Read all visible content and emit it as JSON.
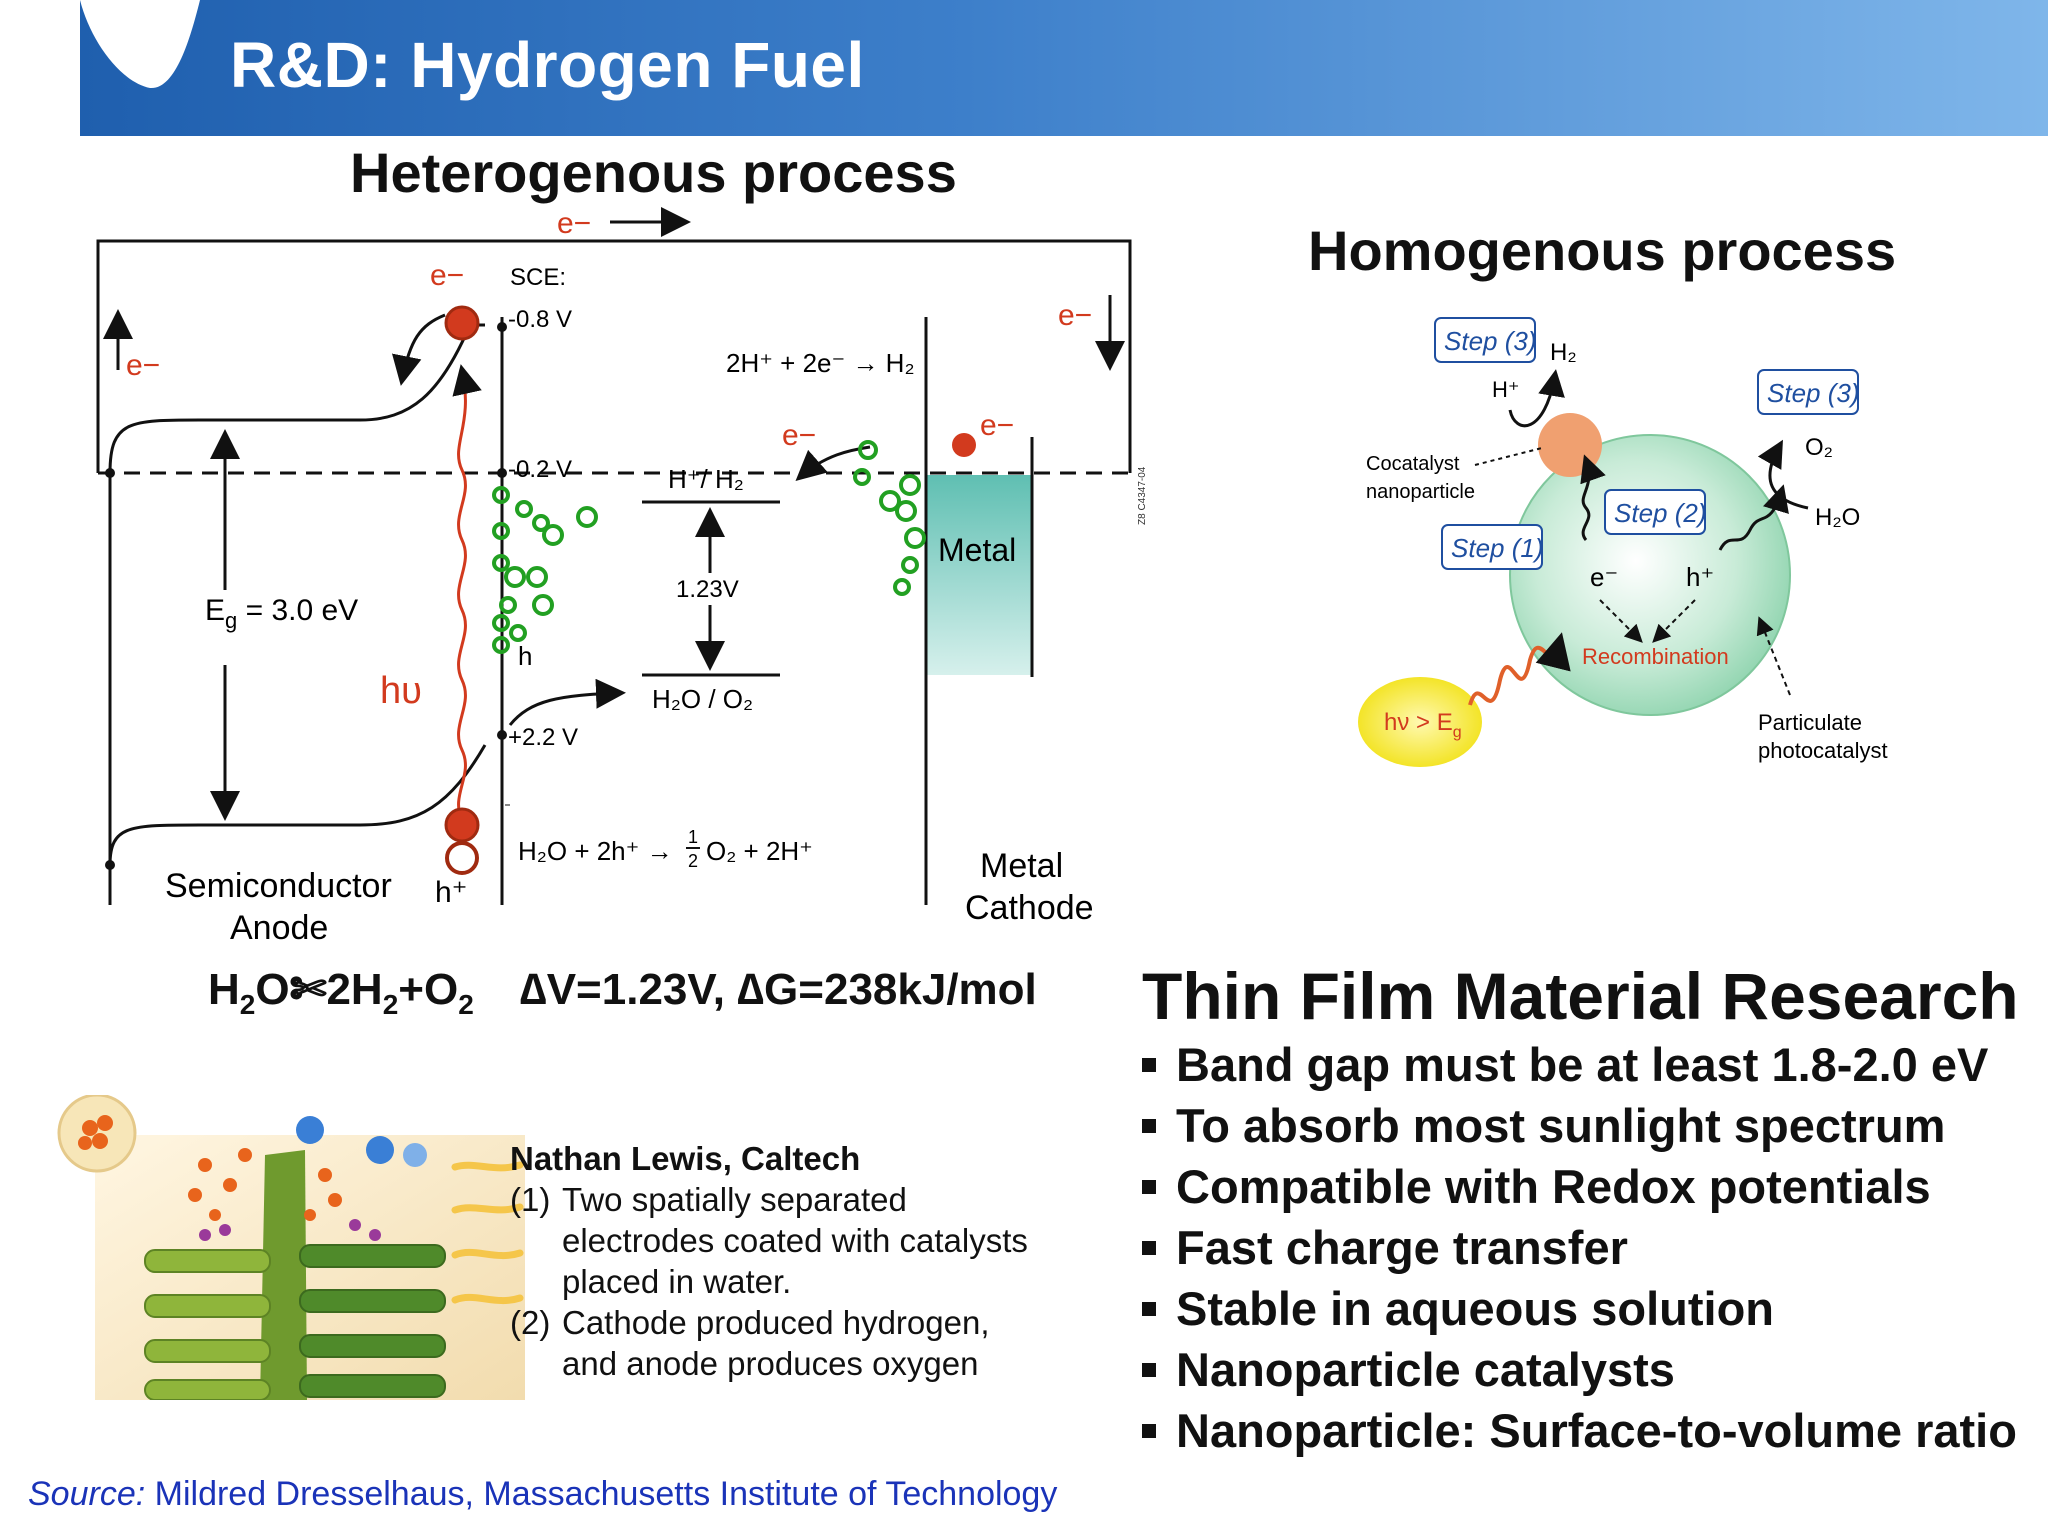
{
  "slide": {
    "title": "R&D: Hydrogen Fuel"
  },
  "colors": {
    "banner_start": "#1f5fae",
    "banner_end": "#7fb6ea",
    "electron": "#d23a1e",
    "oxygen_bubbles": "#22a022",
    "metal": "#7fcfc4",
    "source_text": "#1a33b8"
  },
  "heterogenous": {
    "title": "Heterogenous process",
    "labels": {
      "e_top": "e−",
      "e_left": "e−",
      "e_sc": "e−",
      "e_right_top": "e−",
      "e_mid": "e−",
      "e_metal": "e−",
      "sce": "SCE:",
      "v1": "-0.8 V",
      "v2": "-0.2 V",
      "v3": "+2.2 V",
      "eg": "E",
      "eg_sub": "g",
      "eg_val": " = 3.0 eV",
      "hv": "hυ",
      "h2_reaction": "2H⁺ + 2e⁻ → H₂",
      "hh2": "H⁺/ H₂",
      "dv": "1.23V",
      "h2o_o2": "H₂O / O₂",
      "metal": "Metal",
      "o2_reaction_a": "H₂O + 2h⁺ → ",
      "o2_reaction_frac_n": "1",
      "o2_reaction_frac_d": "2",
      "o2_reaction_b": "O₂ + 2H⁺",
      "hole_plus": "h⁺",
      "hole_small": "h",
      "anode_1": "Semiconductor",
      "anode_2": "Anode",
      "cathode_1": "Metal",
      "cathode_2": "Cathode",
      "code": "Z8 C4347-04"
    },
    "equation": {
      "a": "H",
      "a_sub": "2",
      "b": "O✄2H",
      "b_sub": "2",
      "c": "+O",
      "c_sub": "2",
      "d": "∆V=1.23V, ∆G=238kJ/mol"
    }
  },
  "homogenous": {
    "title": "Homogenous process",
    "labels": {
      "step3a": "Step (3)",
      "step3b": "Step (3)",
      "step2": "Step (2)",
      "step1": "Step (1)",
      "h2": "H₂",
      "hplus": "H⁺",
      "o2": "O₂",
      "h2o": "H₂O",
      "cocatalyst_1": "Cocatalyst",
      "cocatalyst_2": "nanoparticle",
      "e_minus": "e⁻",
      "h_plus": "h⁺",
      "recombination": "Recombination",
      "hv_eg": "hν > E",
      "hv_eg_sub": "g",
      "particulate_1": "Particulate",
      "particulate_2": "photocatalyst"
    }
  },
  "credit": {
    "name": "Nathan Lewis, Caltech",
    "items": [
      {
        "num": "(1)",
        "text": "Two spatially separated electrodes coated with catalysts placed in water."
      },
      {
        "num": "(2)",
        "text": "Cathode produced hydrogen, and anode produces oxygen"
      }
    ]
  },
  "thin_film": {
    "title": "Thin Film Material Research",
    "bullets": [
      "Band gap must be at least 1.8-2.0 eV",
      "To absorb most sunlight spectrum",
      "Compatible with Redox potentials",
      "Fast charge transfer",
      "Stable in aqueous solution",
      "Nanoparticle catalysts",
      "Nanoparticle: Surface-to-volume ratio"
    ]
  },
  "source": {
    "prefix": "Source:",
    "text": " Mildred Dresselhaus, Massachusetts Institute of Technology"
  }
}
